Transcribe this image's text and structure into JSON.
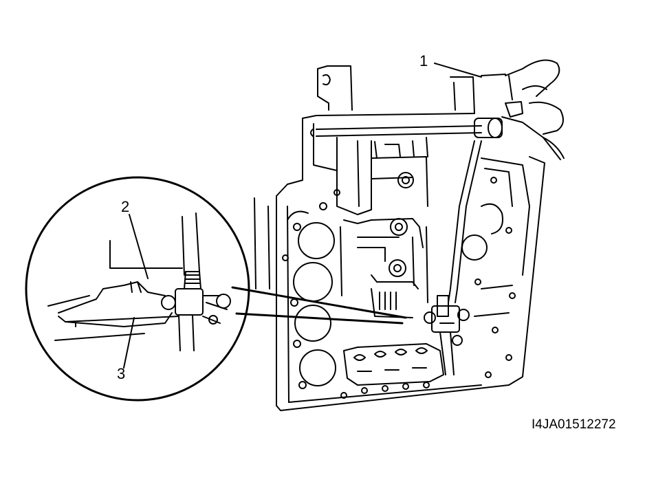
{
  "callouts": {
    "one": "1",
    "two": "2",
    "three": "3"
  },
  "figure_id": "I4JA01512272",
  "colors": {
    "line": "#000000",
    "background": "#ffffff"
  }
}
